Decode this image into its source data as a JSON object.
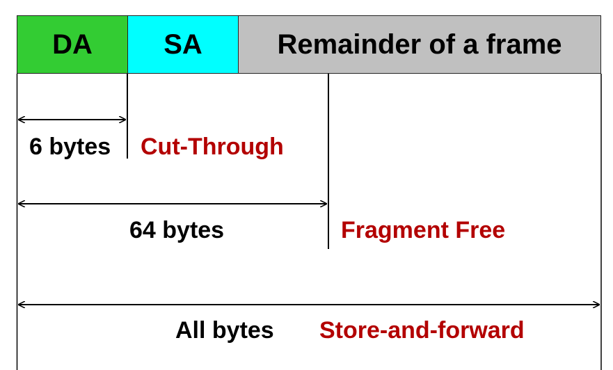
{
  "frame": {
    "fields": [
      {
        "label": "DA",
        "color": "#33cc33"
      },
      {
        "label": "SA",
        "color": "#00ffff"
      },
      {
        "label": "Remainder of a frame",
        "color": "#c0c0c0"
      }
    ]
  },
  "modes": [
    {
      "size_label": "6 bytes",
      "mode_label": "Cut-Through"
    },
    {
      "size_label": "64 bytes",
      "mode_label": "Fragment Free"
    },
    {
      "size_label": "All bytes",
      "mode_label": "Store-and-forward"
    }
  ],
  "colors": {
    "mode_text": "#b30000",
    "size_text": "#000000"
  }
}
